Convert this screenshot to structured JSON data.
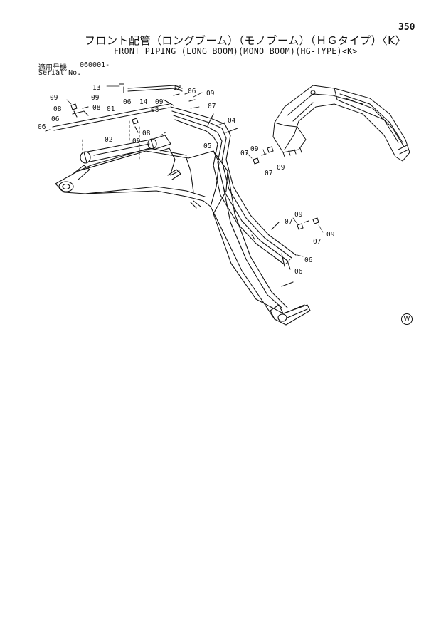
{
  "page": {
    "number": "350"
  },
  "title": {
    "japanese": "フロント配管（ロングブーム）（モノブーム）（ＨＧタイプ）〈K〉",
    "english": "FRONT PIPING (LONG BOOM)(MONO BOOM)(HG-TYPE)<K>"
  },
  "serial": {
    "label_jp": "適用号機",
    "label_en": "Serial No.",
    "value": "060001-"
  },
  "callouts": {
    "c13": "13",
    "c14": "14",
    "c12": "12",
    "c06a": "06",
    "c06b": "06",
    "c06c": "06",
    "c06d": "06",
    "c06e": "06",
    "c09a": "09",
    "c09b": "09",
    "c09c": "09",
    "c09d": "09",
    "c09e": "09",
    "c09f": "09",
    "c09g": "09",
    "c09h": "09",
    "c09i": "09",
    "c08a": "08",
    "c08b": "08",
    "c08c": "08",
    "c08d": "08",
    "c07a": "07",
    "c07b": "07",
    "c07c": "07",
    "c07d": "07",
    "c07e": "07",
    "c01": "01",
    "c02": "02",
    "c04": "04",
    "c05": "05"
  },
  "w_mark": "W"
}
